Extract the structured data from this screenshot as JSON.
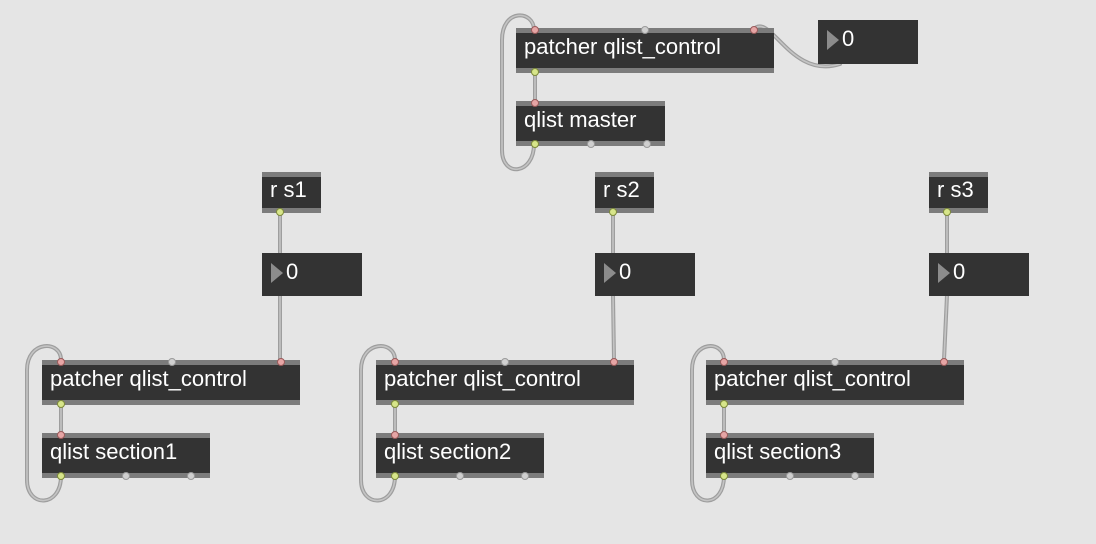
{
  "patch": {
    "master": {
      "patcher_label": "patcher qlist_control",
      "qlist_label": "qlist master",
      "number_value": "0"
    },
    "sections": [
      {
        "receive_label": "r s1",
        "number_value": "0",
        "patcher_label": "patcher qlist_control",
        "qlist_label": "qlist section1"
      },
      {
        "receive_label": "r s2",
        "number_value": "0",
        "patcher_label": "patcher qlist_control",
        "qlist_label": "qlist section2"
      },
      {
        "receive_label": "r s3",
        "number_value": "0",
        "patcher_label": "patcher qlist_control",
        "qlist_label": "qlist section3"
      }
    ]
  },
  "colors": {
    "canvas_bg": "#e5e5e5",
    "object_bg": "#333333",
    "object_border": "#7c7c7c",
    "cord": "#a8a8a8",
    "inlet": "#e6a5a5",
    "outlet": "#d7e58a"
  }
}
